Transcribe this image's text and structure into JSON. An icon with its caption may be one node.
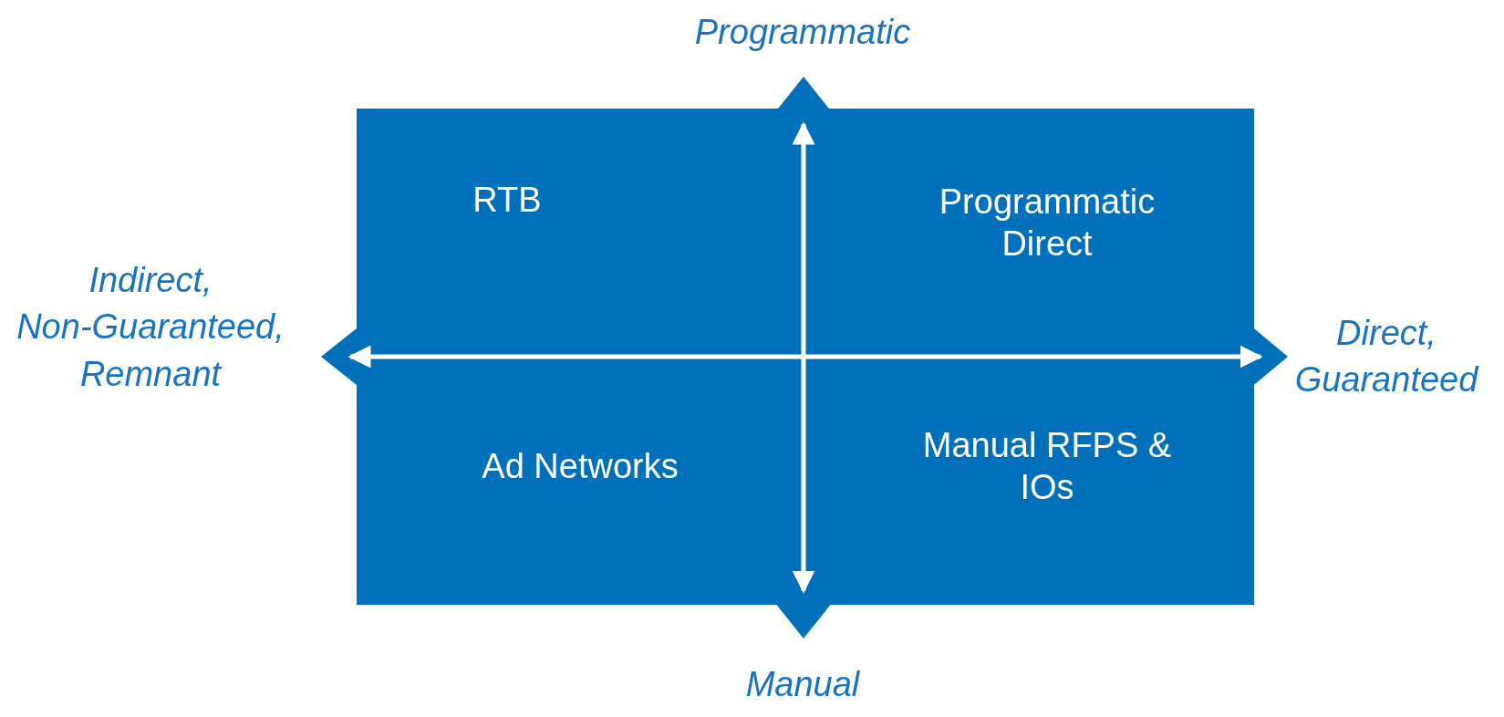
{
  "diagram": {
    "nodes": [
      {
        "text": [
          "RTB",
          "Programmatic Direct",
          "Ad Networks",
          "Manual RFPS & IOs"
        ]
      }
    ],
    "labels": [
      "Programmatic",
      "Indirect, Non-Guaranteed, Remnant",
      "Direct, Guaranteed",
      "Manual"
    ]
  }
}
